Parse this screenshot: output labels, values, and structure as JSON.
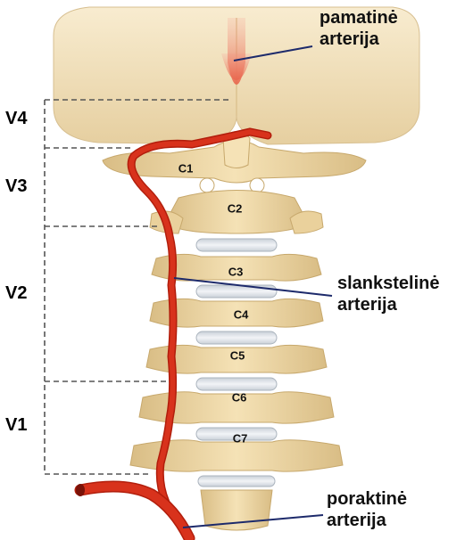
{
  "labels": {
    "basilar_artery": {
      "line1": "pamatinė",
      "line2": "arterija"
    },
    "vertebral_artery": {
      "line1": "slankstelinė",
      "line2": "arterija"
    },
    "subclavian_artery": {
      "line1": "poraktinė",
      "line2": "arterija"
    }
  },
  "segments": [
    "V4",
    "V3",
    "V2",
    "V1"
  ],
  "vertebrae": [
    "C1",
    "C2",
    "C3",
    "C4",
    "C5",
    "C6",
    "C7"
  ],
  "colors": {
    "bone": "#efd9a6",
    "bone_shadow": "#d3b57a",
    "skull": "#f3e2bd",
    "artery": "#d8321c",
    "disc": "#dfe4ea",
    "leader_line": "#1d2a6b",
    "dashed_line": "#555555"
  }
}
